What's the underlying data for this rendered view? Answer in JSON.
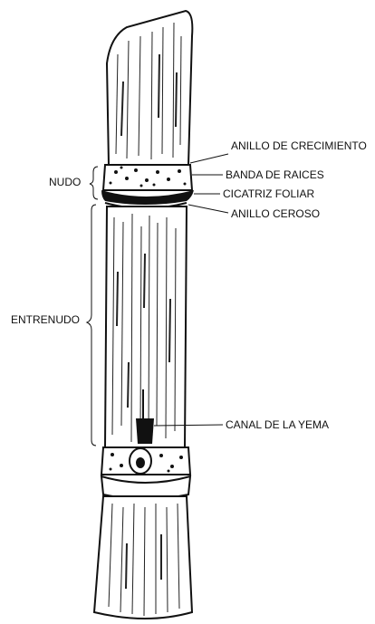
{
  "labels": {
    "anillo_crecimiento": "ANILLO DE CRECIMIENTO",
    "banda_raices": "BANDA DE RAICES",
    "cicatriz_foliar": "CICATRIZ FOLIAR",
    "anillo_ceroso": "ANILLO CEROSO",
    "canal_yema": "CANAL DE LA YEMA",
    "nudo": "NUDO",
    "entrenudo": "ENTRENUDO"
  },
  "colors": {
    "ink": "#111111",
    "paper": "#ffffff"
  }
}
